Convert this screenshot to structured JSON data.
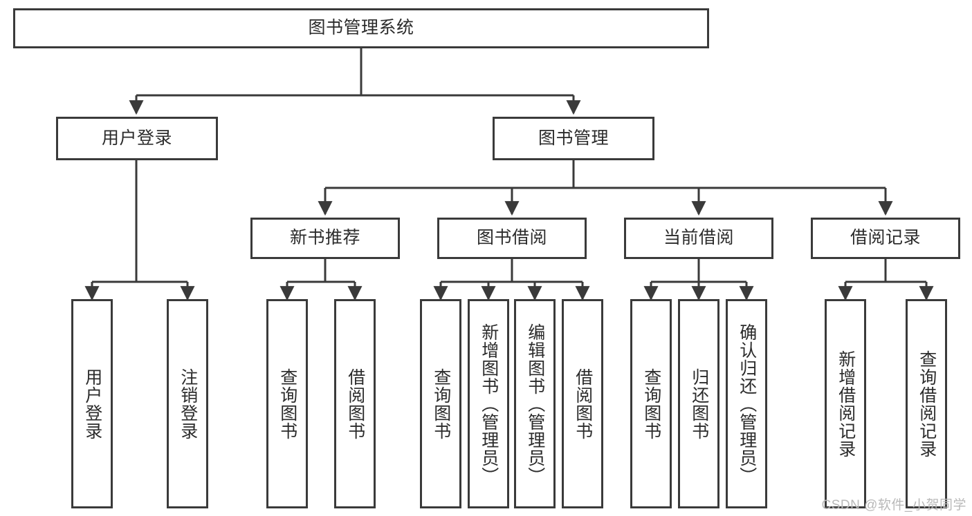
{
  "diagram": {
    "title": "图书管理系统",
    "type": "hierarchy-tree",
    "colors": {
      "stroke": "#3a3a3a",
      "fill": "#ffffff",
      "text": "#2b2b2b",
      "watermark": "#b9b9b9"
    },
    "levels": {
      "root": {
        "label": "图书管理系统"
      },
      "level2": [
        {
          "label": "用户登录"
        },
        {
          "label": "图书管理"
        }
      ],
      "level3": [
        {
          "label": "新书推荐"
        },
        {
          "label": "图书借阅"
        },
        {
          "label": "当前借阅"
        },
        {
          "label": "借阅记录"
        }
      ],
      "level4": [
        {
          "label": "用户登录"
        },
        {
          "label": "注销登录"
        },
        {
          "label": "查询图书"
        },
        {
          "label": "借阅图书"
        },
        {
          "label": "查询图书"
        },
        {
          "label": "新增图书（管理员）"
        },
        {
          "label": "编辑图书（管理员）"
        },
        {
          "label": "借阅图书"
        },
        {
          "label": "查询图书"
        },
        {
          "label": "归还图书"
        },
        {
          "label": "确认归还（管理员）"
        },
        {
          "label": "新增借阅记录"
        },
        {
          "label": "查询借阅记录"
        }
      ]
    }
  },
  "watermark": {
    "text": "CSDN @软件_小贺同学"
  }
}
